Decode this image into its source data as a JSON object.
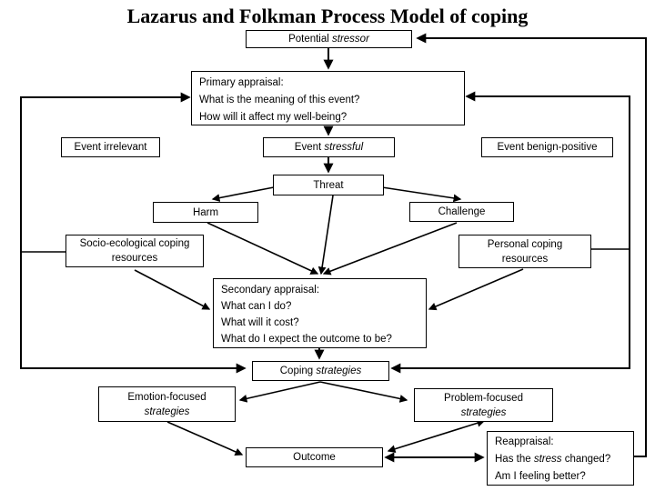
{
  "title": "Lazarus and Folkman Process Model of coping",
  "nodes": {
    "potential_stressor": {
      "prefix": "Potential ",
      "em": "stressor"
    },
    "primary_appraisal": {
      "lines": [
        "Primary appraisal:",
        "What is the meaning of this event?",
        "How will it affect my well-being?"
      ]
    },
    "event_irrelevant": {
      "label": "Event irrelevant"
    },
    "event_stressful": {
      "prefix": "Event ",
      "em": "stressful"
    },
    "event_benign_positive": {
      "label": "Event benign-positive"
    },
    "threat": {
      "label": "Threat"
    },
    "harm": {
      "label": "Harm"
    },
    "challenge": {
      "label": "Challenge"
    },
    "socio_ecological": {
      "lines": [
        "Socio-ecological coping",
        "resources"
      ]
    },
    "personal_coping": {
      "lines": [
        "Personal coping",
        "resources"
      ]
    },
    "secondary_appraisal": {
      "lines": [
        "Secondary appraisal:",
        "What can I do?",
        "What will it cost?",
        "What do I expect the outcome to be?"
      ]
    },
    "coping_strategies": {
      "prefix": "Coping ",
      "em": "strategies"
    },
    "emotion_focused": {
      "line1": "Emotion-focused",
      "em": "strategies"
    },
    "problem_focused": {
      "line1": "Problem-focused",
      "em": "strategies"
    },
    "outcome": {
      "label": "Outcome"
    },
    "reappraisal": {
      "line1": "Reappraisal:",
      "line2_prefix": "Has the ",
      "line2_em": "stress",
      "line2_suffix": " changed?",
      "line3": "Am I feeling better?"
    }
  },
  "edges": [
    {
      "from": "potential_stressor",
      "to": "primary_appraisal",
      "type": "arrow"
    },
    {
      "from": "primary_appraisal",
      "to": "event_stressful",
      "type": "arrow"
    },
    {
      "from": "event_stressful",
      "to": "threat",
      "type": "arrow"
    },
    {
      "from": "threat",
      "to": "harm",
      "type": "arrow"
    },
    {
      "from": "threat",
      "to": "challenge",
      "type": "arrow"
    },
    {
      "from": "harm",
      "to": "secondary_appraisal",
      "type": "arrow"
    },
    {
      "from": "threat",
      "to": "secondary_appraisal",
      "type": "arrow"
    },
    {
      "from": "challenge",
      "to": "secondary_appraisal",
      "type": "arrow"
    },
    {
      "from": "socio_ecological",
      "to": "secondary_appraisal",
      "type": "arrow"
    },
    {
      "from": "personal_coping",
      "to": "secondary_appraisal",
      "type": "arrow"
    },
    {
      "from": "secondary_appraisal",
      "to": "coping_strategies",
      "type": "arrow"
    },
    {
      "from": "primary_appraisal",
      "to": "coping_strategies",
      "type": "double-arrow",
      "via": "left-rail"
    },
    {
      "from": "primary_appraisal",
      "to": "coping_strategies",
      "type": "double-arrow",
      "via": "right-rail"
    },
    {
      "from": "socio_ecological",
      "to": "left-rail",
      "type": "line"
    },
    {
      "from": "personal_coping",
      "to": "right-rail",
      "type": "line"
    },
    {
      "from": "coping_strategies",
      "to": "emotion_focused",
      "type": "arrow"
    },
    {
      "from": "coping_strategies",
      "to": "problem_focused",
      "type": "arrow"
    },
    {
      "from": "emotion_focused",
      "to": "outcome",
      "type": "arrow"
    },
    {
      "from": "problem_focused",
      "to": "outcome",
      "type": "double-arrow"
    },
    {
      "from": "outcome",
      "to": "reappraisal",
      "type": "double-arrow"
    },
    {
      "from": "reappraisal",
      "to": "potential_stressor",
      "type": "arrow"
    }
  ],
  "colors": {
    "ink": "#000000",
    "background": "#ffffff"
  }
}
